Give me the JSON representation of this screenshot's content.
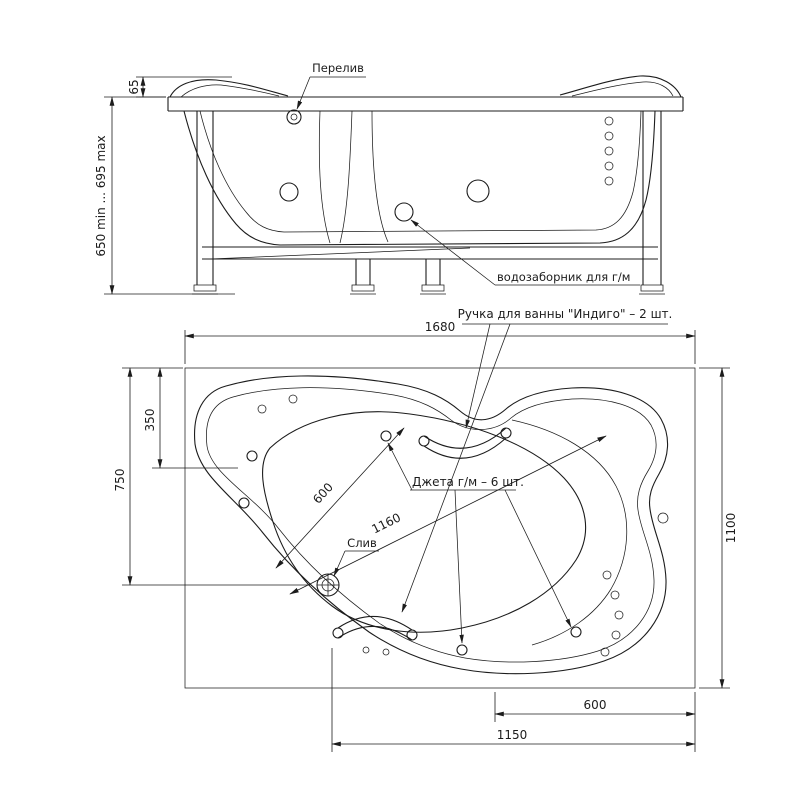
{
  "page": {
    "background": "#ffffff",
    "ink": "#1c1c1c"
  },
  "elevation": {
    "labels": {
      "overflow": "Перелив",
      "water_intake": "водозаборник для г/м"
    },
    "dims": {
      "rim_height": "65",
      "install_height": "650 min ... 695 max"
    }
  },
  "plan": {
    "labels": {
      "handles": "Ручка для ванны \"Индиго\" – 2 шт.",
      "jets": "Джета г/м – 6 шт.",
      "drain": "Слив"
    },
    "dims": {
      "length": "1680",
      "width": "1100",
      "left_full": "750",
      "left_top": "350",
      "diag_short": "600",
      "diag_long": "1160",
      "bottom_right": "600",
      "bottom_full": "1150"
    }
  }
}
